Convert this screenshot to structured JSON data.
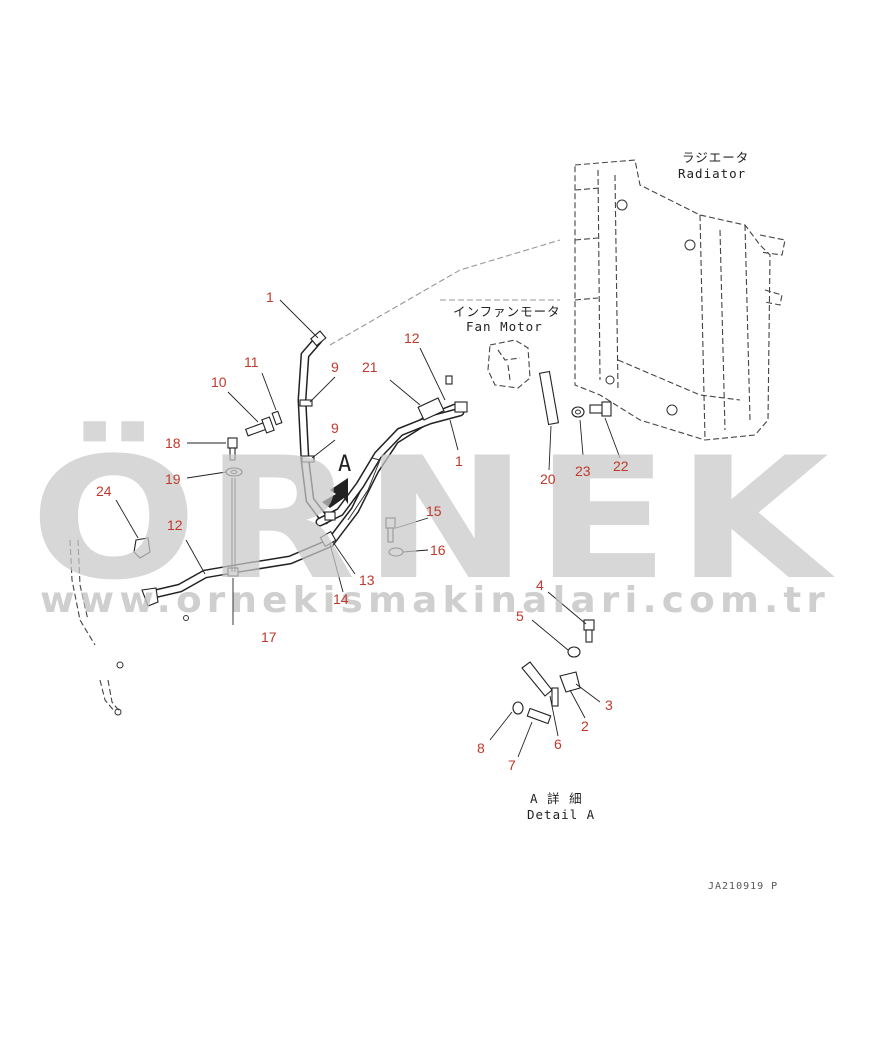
{
  "watermark": {
    "brand": "ÖRNEK",
    "url": "www.ornekismakinalari.com.tr",
    "accent_color": "#efd79a",
    "text_color": "#c8c8c8"
  },
  "captions": {
    "radiator_jp": "ラジエータ",
    "radiator_en": "Radiator",
    "fan_motor_jp": "インファンモータ",
    "fan_motor_en": "Fan Motor",
    "view_marker": "A",
    "detail_jp": "A 詳 細",
    "detail_en": "Detail A",
    "drawing_code": "JA210919 P"
  },
  "part_labels": {
    "p1_top": "1",
    "p1_right": "1",
    "p2": "2",
    "p3": "3",
    "p4": "4",
    "p5": "5",
    "p6": "6",
    "p7": "7",
    "p8": "8",
    "p9_top": "9",
    "p9_bottom": "9",
    "p10": "10",
    "p11": "11",
    "p12_top": "12",
    "p12_left": "12",
    "p13": "13",
    "p14": "14",
    "p15": "15",
    "p16": "16",
    "p17": "17",
    "p18": "18",
    "p19": "19",
    "p20": "20",
    "p21": "21",
    "p22": "22",
    "p23": "23",
    "p24": "24"
  },
  "colors": {
    "label_red": "#c0392b",
    "line": "#222222"
  }
}
